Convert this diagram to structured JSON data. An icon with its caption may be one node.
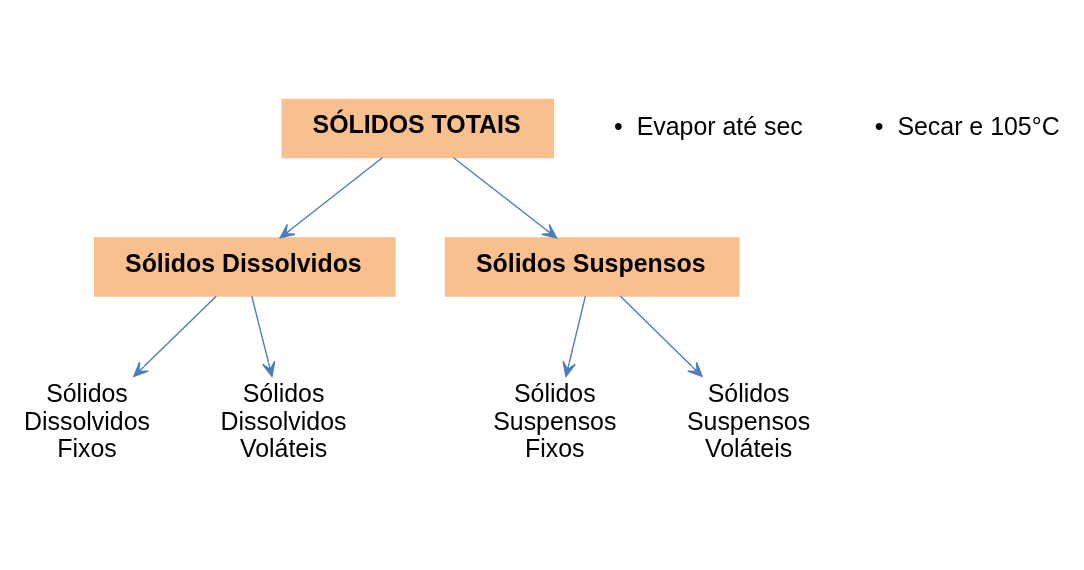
{
  "diagram": {
    "nodes": [
      {
        "text": [
          "SÓLIDOS TOTAIS"
        ]
      },
      {
        "text": [
          "Sólidos Dissolvidos"
        ]
      },
      {
        "text": [
          "Sólidos Suspensos"
        ]
      },
      {
        "text": [
          "Sólidos Dissolvidos Fixos"
        ]
      },
      {
        "text": [
          "Sólidos Dissolvidos Voláteis"
        ]
      },
      {
        "text": [
          "Sólidos Suspensos Fixos"
        ]
      },
      {
        "text": [
          "Sólidos Suspensos Voláteis"
        ]
      }
    ],
    "edges": [
      {
        "from": 0,
        "to": 1,
        "arrow": "to"
      },
      {
        "from": 0,
        "to": 2,
        "arrow": "to"
      },
      {
        "from": 1,
        "to": 3,
        "arrow": "to"
      },
      {
        "from": 1,
        "to": 4,
        "arrow": "to"
      },
      {
        "from": 2,
        "to": 5,
        "arrow": "to"
      },
      {
        "from": 2,
        "to": 6,
        "arrow": "to"
      }
    ],
    "labels": [
      "•  Evapor até sec",
      "•  Secar e 105°C"
    ]
  }
}
